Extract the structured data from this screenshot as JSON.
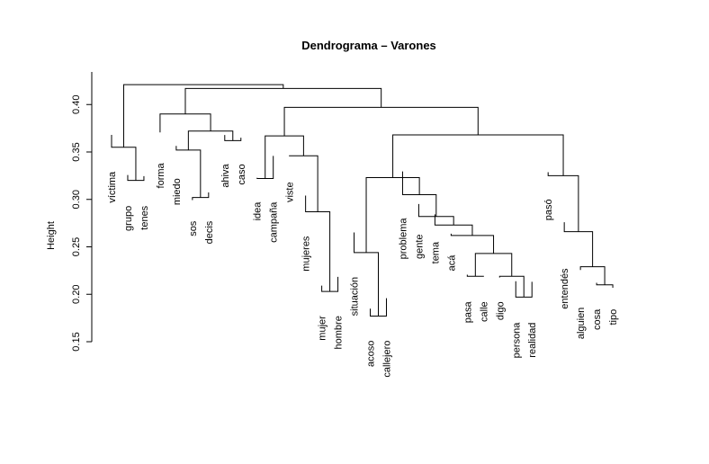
{
  "chart_data": {
    "type": "dendrogram",
    "title": "Dendrograma – Varones",
    "ylabel": "Height",
    "xlabel": "",
    "ylim": [
      0.15,
      0.43
    ],
    "yticks": [
      "0.15",
      "0.20",
      "0.25",
      "0.30",
      "0.35",
      "0.40"
    ],
    "leaves": [
      {
        "label": "víctima",
        "h": 0.335
      },
      {
        "label": "grupo",
        "h": 0.299
      },
      {
        "label": "tenes",
        "h": 0.299
      },
      {
        "label": "forma",
        "h": 0.344
      },
      {
        "label": "miedo",
        "h": 0.328
      },
      {
        "label": "sos",
        "h": 0.283
      },
      {
        "label": "decis",
        "h": 0.283
      },
      {
        "label": "ahiva",
        "h": 0.343
      },
      {
        "label": "caso",
        "h": 0.343
      },
      {
        "label": "idea",
        "h": 0.303
      },
      {
        "label": "campaña",
        "h": 0.303
      },
      {
        "label": "viste",
        "h": 0.324
      },
      {
        "label": "mujeres",
        "h": 0.267
      },
      {
        "label": "mujer",
        "h": 0.183
      },
      {
        "label": "hombre",
        "h": 0.183
      },
      {
        "label": "situación",
        "h": 0.224
      },
      {
        "label": "acoso",
        "h": 0.157
      },
      {
        "label": "callejero",
        "h": 0.157
      },
      {
        "label": "problema",
        "h": 0.286
      },
      {
        "label": "gente",
        "h": 0.269
      },
      {
        "label": "tema",
        "h": 0.261
      },
      {
        "label": "acá",
        "h": 0.247
      },
      {
        "label": "pasa",
        "h": 0.198
      },
      {
        "label": "calle",
        "h": 0.198
      },
      {
        "label": "digo",
        "h": 0.198
      },
      {
        "label": "persona",
        "h": 0.176
      },
      {
        "label": "realidad",
        "h": 0.176
      },
      {
        "label": "pasó",
        "h": 0.306
      },
      {
        "label": "entendés",
        "h": 0.233
      },
      {
        "label": "alguien",
        "h": 0.192
      },
      {
        "label": "cosa",
        "h": 0.19
      },
      {
        "label": "tipo",
        "h": 0.19
      }
    ],
    "merges": [
      [
        1,
        2,
        0.32
      ],
      [
        0,
        32,
        0.355
      ],
      [
        5,
        6,
        0.302
      ],
      [
        4,
        34,
        0.352
      ],
      [
        7,
        8,
        0.362
      ],
      [
        35,
        36,
        0.372
      ],
      [
        3,
        37,
        0.39
      ],
      [
        13,
        14,
        0.203
      ],
      [
        12,
        39,
        0.287
      ],
      [
        11,
        40,
        0.346
      ],
      [
        9,
        10,
        0.322
      ],
      [
        42,
        41,
        0.367
      ],
      [
        16,
        17,
        0.177
      ],
      [
        15,
        44,
        0.244
      ],
      [
        25,
        26,
        0.197
      ],
      [
        24,
        46,
        0.219
      ],
      [
        22,
        23,
        0.219
      ],
      [
        48,
        47,
        0.243
      ],
      [
        21,
        49,
        0.262
      ],
      [
        20,
        50,
        0.273
      ],
      [
        19,
        51,
        0.282
      ],
      [
        18,
        52,
        0.305
      ],
      [
        45,
        53,
        0.323
      ],
      [
        30,
        31,
        0.21
      ],
      [
        29,
        55,
        0.229
      ],
      [
        28,
        56,
        0.266
      ],
      [
        27,
        57,
        0.325
      ],
      [
        54,
        58,
        0.368
      ],
      [
        43,
        59,
        0.397
      ],
      [
        38,
        60,
        0.417
      ],
      [
        33,
        61,
        0.421
      ]
    ]
  }
}
